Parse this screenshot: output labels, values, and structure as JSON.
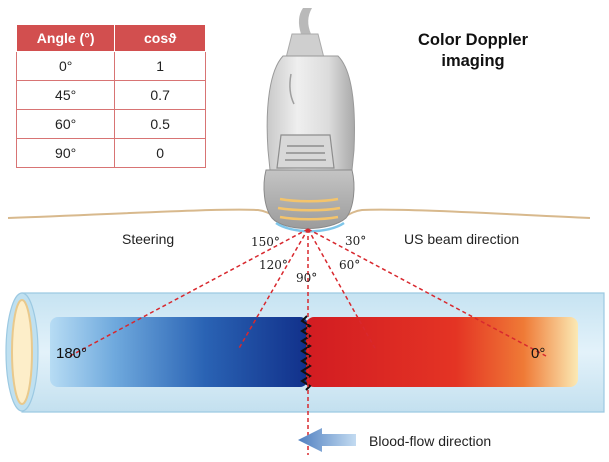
{
  "table": {
    "headers": [
      "Angle (°)",
      "cosϑ"
    ],
    "rows": [
      [
        "0°",
        "1"
      ],
      [
        "45°",
        "0.7"
      ],
      [
        "60°",
        "0.5"
      ],
      [
        "90°",
        "0"
      ]
    ]
  },
  "title": {
    "line1": "Color Doppler",
    "line2": "imaging"
  },
  "labels": {
    "steering": "Steering",
    "beam_direction": "US beam direction",
    "blood_flow": "Blood-flow direction"
  },
  "angles": {
    "a150": "150°",
    "a30": "30°",
    "a120": "120°",
    "a60": "60°",
    "a90": "90°",
    "a180": "180°",
    "a0": "0°"
  },
  "colors": {
    "table_header": "#d24f4f",
    "flow_away": "#1e4fa2",
    "flow_toward": "#e02a26",
    "beam_lines": "#d8282e"
  }
}
